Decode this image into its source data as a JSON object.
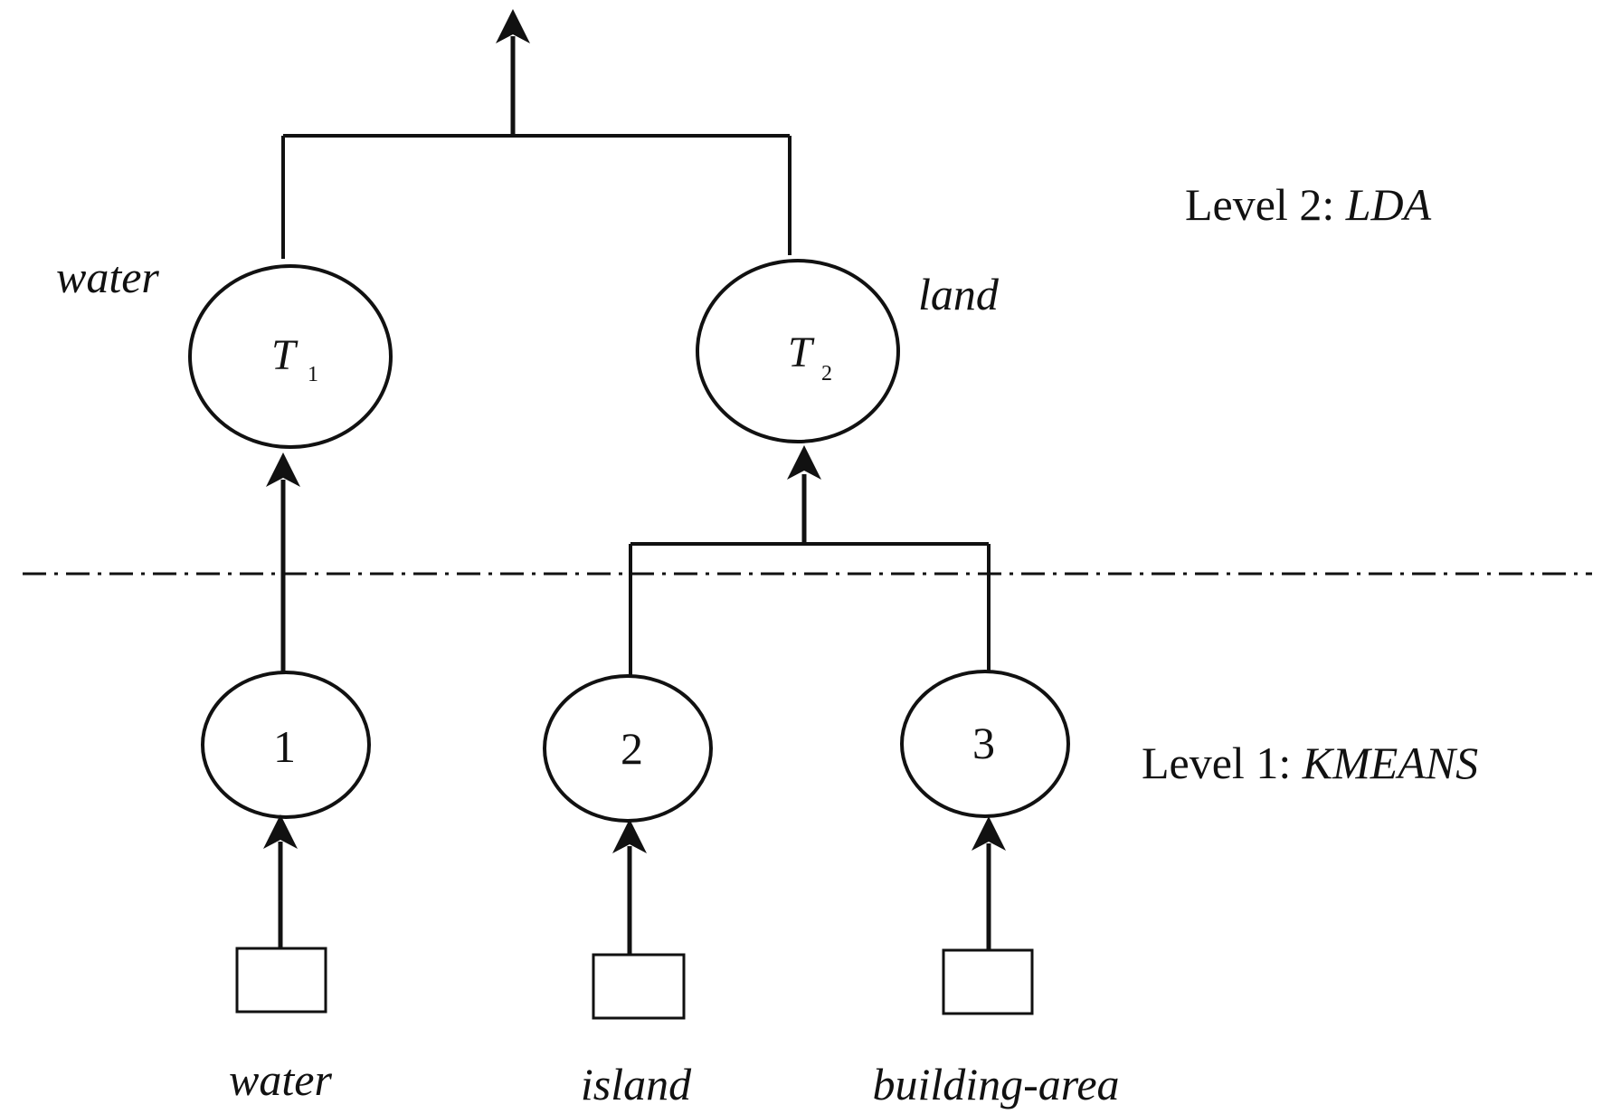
{
  "levels": {
    "level2": {
      "prefix": "Level 2: ",
      "method": "LDA"
    },
    "level1": {
      "prefix": "Level 1: ",
      "method": "KMEANS"
    }
  },
  "topics": [
    {
      "id": "t1",
      "symbol": "T",
      "subscript": "1",
      "label": "water"
    },
    {
      "id": "t2",
      "symbol": "T",
      "subscript": "2",
      "label": "land"
    }
  ],
  "clusters": [
    {
      "id": "c1",
      "label": "1"
    },
    {
      "id": "c2",
      "label": "2"
    },
    {
      "id": "c3",
      "label": "3"
    }
  ],
  "inputs": [
    {
      "id": "in1",
      "label": "water"
    },
    {
      "id": "in2",
      "label": "island"
    },
    {
      "id": "in3",
      "label": "building-area"
    }
  ],
  "colors": {
    "stroke": "#111111",
    "background": "#ffffff"
  }
}
